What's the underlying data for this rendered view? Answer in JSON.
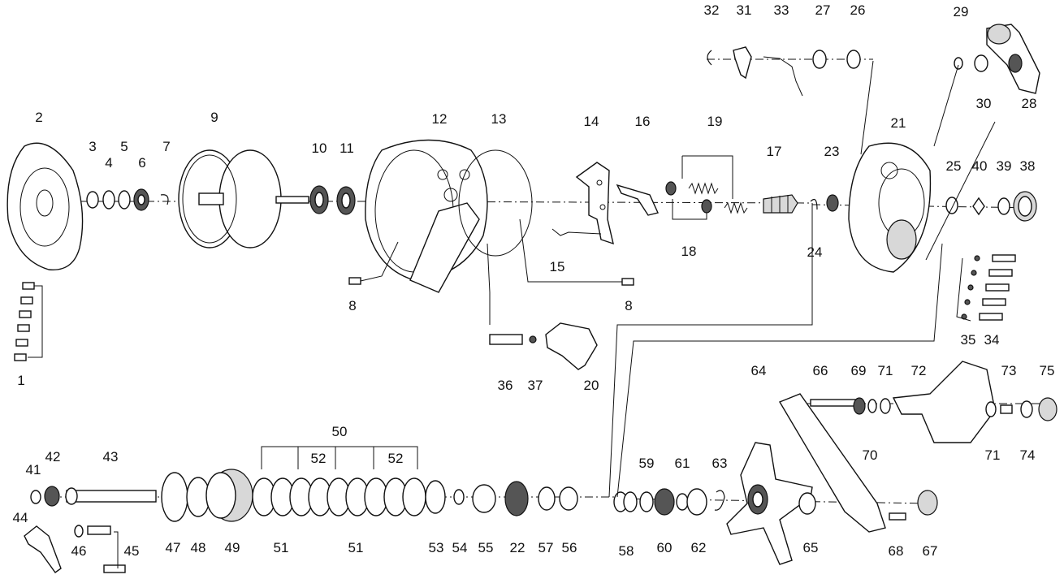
{
  "labels": {
    "n1": "1",
    "n2": "2",
    "n3": "3",
    "n4": "4",
    "n5": "5",
    "n6": "6",
    "n7": "7",
    "n8a": "8",
    "n8b": "8",
    "n9": "9",
    "n10": "10",
    "n11": "11",
    "n12": "12",
    "n13": "13",
    "n14": "14",
    "n15": "15",
    "n16": "16",
    "n17": "17",
    "n18": "18",
    "n19": "19",
    "n20": "20",
    "n21": "21",
    "n22": "22",
    "n23": "23",
    "n24": "24",
    "n25": "25",
    "n26": "26",
    "n27": "27",
    "n28": "28",
    "n29": "29",
    "n30": "30",
    "n31": "31",
    "n32": "32",
    "n33": "33",
    "n34": "34",
    "n35": "35",
    "n36": "36",
    "n37": "37",
    "n38": "38",
    "n39": "39",
    "n40": "40",
    "n41": "41",
    "n42": "42",
    "n43": "43",
    "n44": "44",
    "n45": "45",
    "n46": "46",
    "n47": "47",
    "n48": "48",
    "n49": "49",
    "n50": "50",
    "n51a": "51",
    "n51b": "51",
    "n52a": "52",
    "n52b": "52",
    "n53": "53",
    "n54": "54",
    "n55": "55",
    "n56": "56",
    "n57": "57",
    "n58": "58",
    "n59": "59",
    "n60": "60",
    "n61": "61",
    "n62": "62",
    "n63": "63",
    "n64": "64",
    "n65": "65",
    "n66": "66",
    "n67": "67",
    "n68": "68",
    "n69": "69",
    "n70": "70",
    "n71a": "71",
    "n71b": "71",
    "n72": "72",
    "n73": "73",
    "n74": "74",
    "n75": "75"
  },
  "colors": {
    "ink": "#111111",
    "paper": "#ffffff",
    "shade": "#d8d8d8"
  }
}
